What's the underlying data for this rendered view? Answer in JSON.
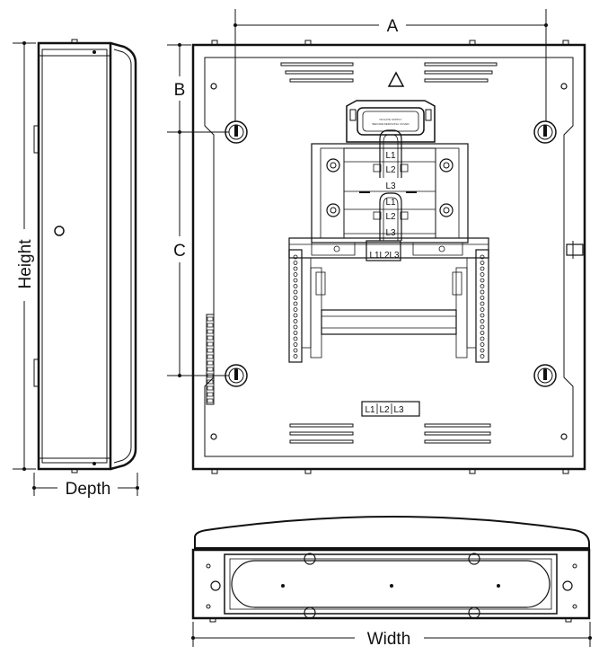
{
  "dimensions": {
    "a": "A",
    "b": "B",
    "c": "C",
    "height": "Height",
    "depth": "Depth",
    "width": "Width"
  },
  "phase_labels": {
    "upper": [
      "L1",
      "L2",
      "L3"
    ],
    "lower": [
      "L1",
      "L2",
      "L3"
    ],
    "bar": [
      "L1",
      "L2",
      "L3"
    ],
    "bottom": [
      "L1",
      "L2",
      "L3"
    ]
  },
  "warning_label": [
    "ISOLATE SUPPLY",
    "BEFORE REMOVING COVER"
  ],
  "colors": {
    "line": "#111111",
    "background": "#ffffff"
  }
}
